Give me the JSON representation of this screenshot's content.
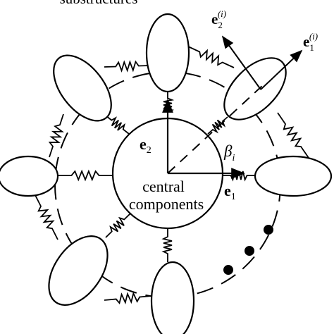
{
  "labels": {
    "top_caption": "substructures",
    "center_line1": "central",
    "center_line2": "components",
    "e1": "e",
    "e1_sub": "1",
    "e2": "e",
    "e2_sub": "2",
    "beta": "β",
    "beta_sub": "i",
    "ei1": "e",
    "ei1_sub": "1",
    "ei1_sup": "(i)",
    "ei2": "e",
    "ei2_sub": "2",
    "ei2_sup": "(i)"
  },
  "colors": {
    "ink": "#000000",
    "background": "#ffffff"
  }
}
